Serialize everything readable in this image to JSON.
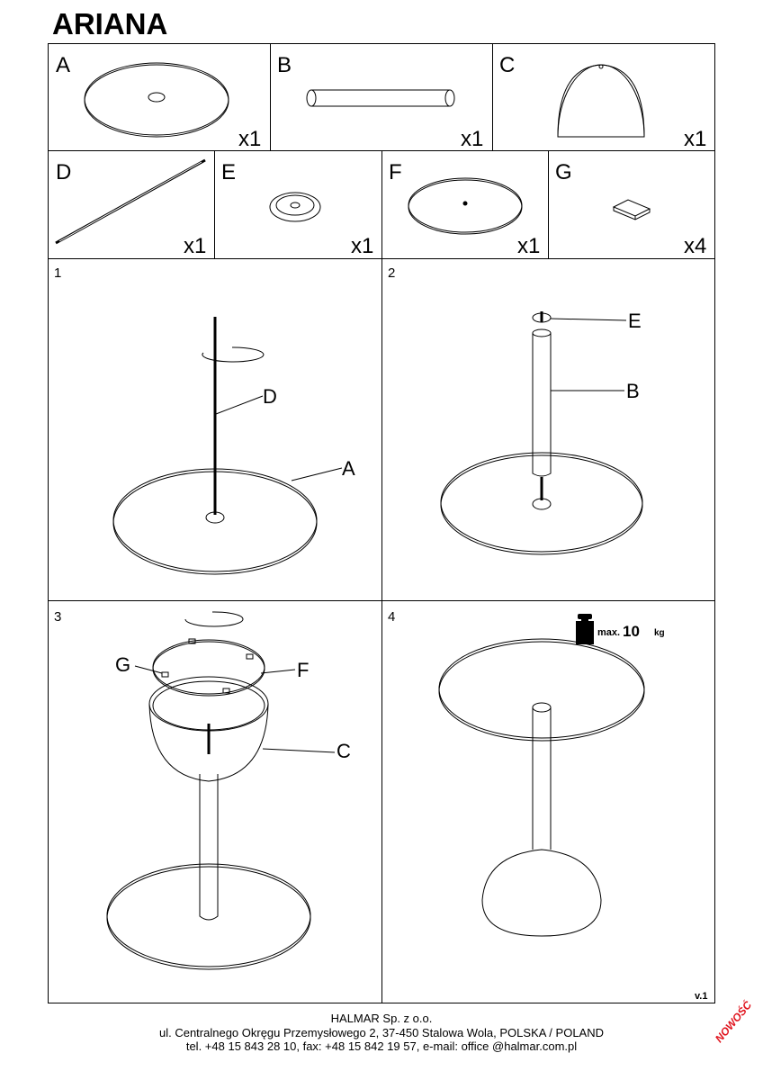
{
  "title": "ARIANA",
  "parts": [
    {
      "letter": "A",
      "qty": "x1"
    },
    {
      "letter": "B",
      "qty": "x1"
    },
    {
      "letter": "C",
      "qty": "x1"
    },
    {
      "letter": "D",
      "qty": "x1"
    },
    {
      "letter": "E",
      "qty": "x1"
    },
    {
      "letter": "F",
      "qty": "x1"
    },
    {
      "letter": "G",
      "qty": "x4"
    }
  ],
  "steps": [
    {
      "number": "1",
      "labels": [
        "D",
        "A"
      ]
    },
    {
      "number": "2",
      "labels": [
        "E",
        "B"
      ]
    },
    {
      "number": "3",
      "labels": [
        "G",
        "F",
        "C"
      ]
    },
    {
      "number": "4",
      "max_prefix": "max.",
      "max_value": "10",
      "max_unit": "kg"
    }
  ],
  "version": "v.1",
  "footer": {
    "company": "HALMAR Sp. z o.o.",
    "address": "ul. Centralnego Okręgu Przemysłowego 2, 37-450 Stalowa Wola, POLSKA / POLAND",
    "contact": "tel. +48 15 843 28 10, fax: +48 15 842 19 57, e-mail: office @halmar.com.pl"
  },
  "badge": "NOWOŚĆ"
}
